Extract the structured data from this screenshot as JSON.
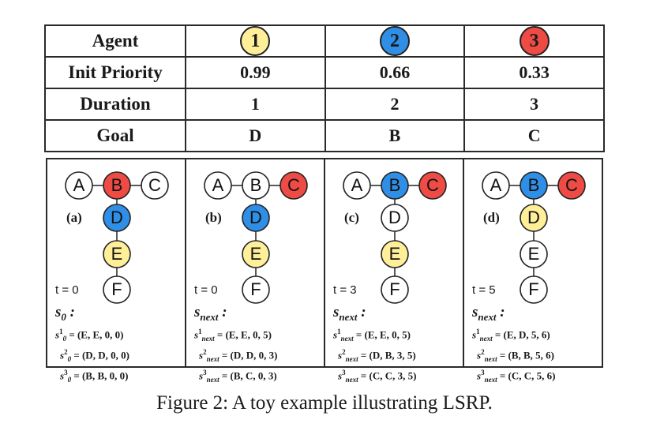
{
  "colors": {
    "agent1": "#ffef99",
    "agent2": "#2f8fe6",
    "agent3": "#ee4b45",
    "empty": "#ffffff",
    "stroke": "#222222"
  },
  "table": {
    "row_labels": [
      "Agent",
      "Init Priority",
      "Duration",
      "Goal"
    ],
    "agents": [
      {
        "id": "1",
        "priority": "0.99",
        "duration": "1",
        "goal": "D"
      },
      {
        "id": "2",
        "priority": "0.66",
        "duration": "2",
        "goal": "B"
      },
      {
        "id": "3",
        "priority": "0.33",
        "duration": "3",
        "goal": "C"
      }
    ]
  },
  "panels": [
    {
      "label": "(a)",
      "time": "t = 0",
      "fills": {
        "A": "empty",
        "B": "agent3",
        "C": "empty",
        "D": "agent2",
        "E": "agent1",
        "F": "empty"
      },
      "state_name": "s",
      "state_sub": "0",
      "state_suffix": " :",
      "states": [
        {
          "sup": "1",
          "sub": "0",
          "value": "= (E, E, 0, 0)"
        },
        {
          "sup": "2",
          "sub": "0",
          "value": "= (D, D, 0, 0)"
        },
        {
          "sup": "3",
          "sub": "0",
          "value": "= (B, B, 0, 0)"
        }
      ]
    },
    {
      "label": "(b)",
      "time": "t = 0",
      "fills": {
        "A": "empty",
        "B": "empty",
        "C": "agent3",
        "D": "agent2",
        "E": "agent1",
        "F": "empty"
      },
      "state_name": "s",
      "state_sub": "next",
      "state_suffix": " :",
      "states": [
        {
          "sup": "1",
          "sub": "next",
          "value": "= (E, E, 0, 5)"
        },
        {
          "sup": "2",
          "sub": "next",
          "value": "= (D, D, 0, 3)"
        },
        {
          "sup": "3",
          "sub": "next",
          "value": "= (B, C, 0, 3)"
        }
      ]
    },
    {
      "label": "(c)",
      "time": "t = 3",
      "fills": {
        "A": "empty",
        "B": "agent2",
        "C": "agent3",
        "D": "empty",
        "E": "agent1",
        "F": "empty"
      },
      "state_name": "s",
      "state_sub": "next",
      "state_suffix": " :",
      "states": [
        {
          "sup": "1",
          "sub": "next",
          "value": "= (E, E, 0, 5)"
        },
        {
          "sup": "2",
          "sub": "next",
          "value": "= (D, B, 3, 5)"
        },
        {
          "sup": "3",
          "sub": "next",
          "value": "= (C, C, 3, 5)"
        }
      ]
    },
    {
      "label": "(d)",
      "time": "t = 5",
      "fills": {
        "A": "empty",
        "B": "agent2",
        "C": "agent3",
        "D": "agent1",
        "E": "empty",
        "F": "empty"
      },
      "state_name": "s",
      "state_sub": "next",
      "state_suffix": " :",
      "states": [
        {
          "sup": "1",
          "sub": "next",
          "value": "= (E, D, 5, 6)"
        },
        {
          "sup": "2",
          "sub": "next",
          "value": "= (B, B, 5, 6)"
        },
        {
          "sup": "3",
          "sub": "next",
          "value": "= (C, C, 5, 6)"
        }
      ]
    }
  ],
  "caption": "Figure 2: A toy example illustrating LSRP."
}
